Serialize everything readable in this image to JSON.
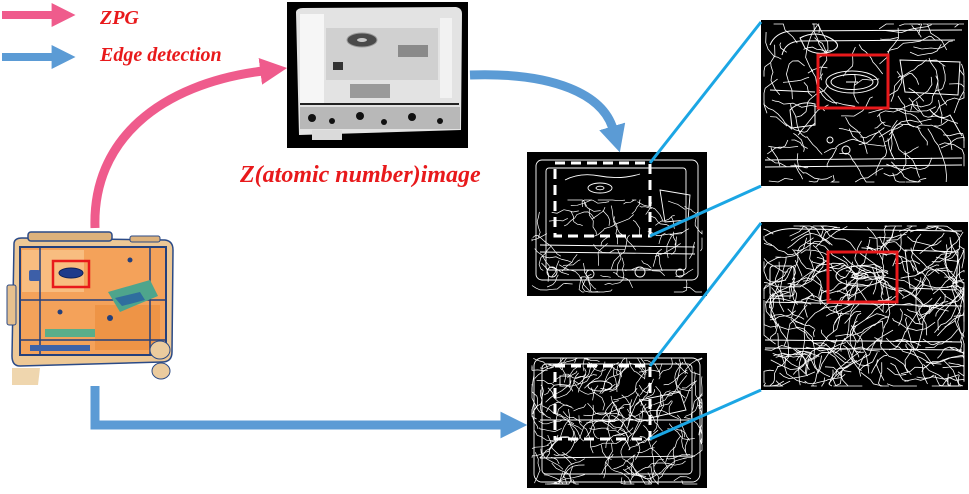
{
  "legend": {
    "items": [
      {
        "label": "ZPG",
        "color": "#EF5B8C",
        "icon": "arrow-right-icon"
      },
      {
        "label": "Edge detection",
        "color": "#5B9BD5",
        "icon": "arrow-right-icon"
      }
    ]
  },
  "labels": {
    "z_image": "Z(atomic number)image"
  },
  "colors": {
    "label_text": "#E8191B",
    "zoom_connector": "#1BA6E4",
    "highlight_box": "#E8191B",
    "roi_box": "#FFFFFF"
  }
}
